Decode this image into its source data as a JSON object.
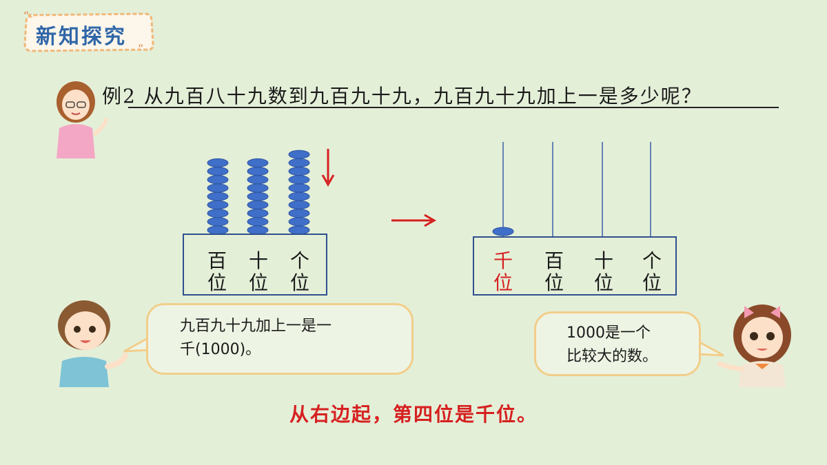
{
  "section_badge": "新知探究",
  "question": "例2 从九百八十九数到九百九十九，九百九十九加上一是多少呢？",
  "left_abacus": {
    "places": [
      {
        "top": "百",
        "bottom": "位"
      },
      {
        "top": "十",
        "bottom": "位"
      },
      {
        "top": "个",
        "bottom": "位"
      }
    ],
    "bead_counts": [
      9,
      9,
      10
    ]
  },
  "right_abacus": {
    "places": [
      {
        "top": "千",
        "bottom": "位"
      },
      {
        "top": "百",
        "bottom": "位"
      },
      {
        "top": "十",
        "bottom": "位"
      },
      {
        "top": "个",
        "bottom": "位"
      }
    ],
    "bead_counts": [
      1,
      0,
      0,
      0
    ]
  },
  "boy_speech": {
    "line1": "九百九十九加上一是一",
    "line2": "千(1000)。"
  },
  "girl_speech": {
    "line1": "1000是一个",
    "line2": "比较大的数。"
  },
  "conclusion": "从右边起，第四位是千位。",
  "colors": {
    "bead": "#3f6fc8",
    "rod": "#3a5fa8",
    "arrow": "#d62020",
    "highlight": "#d62020"
  }
}
